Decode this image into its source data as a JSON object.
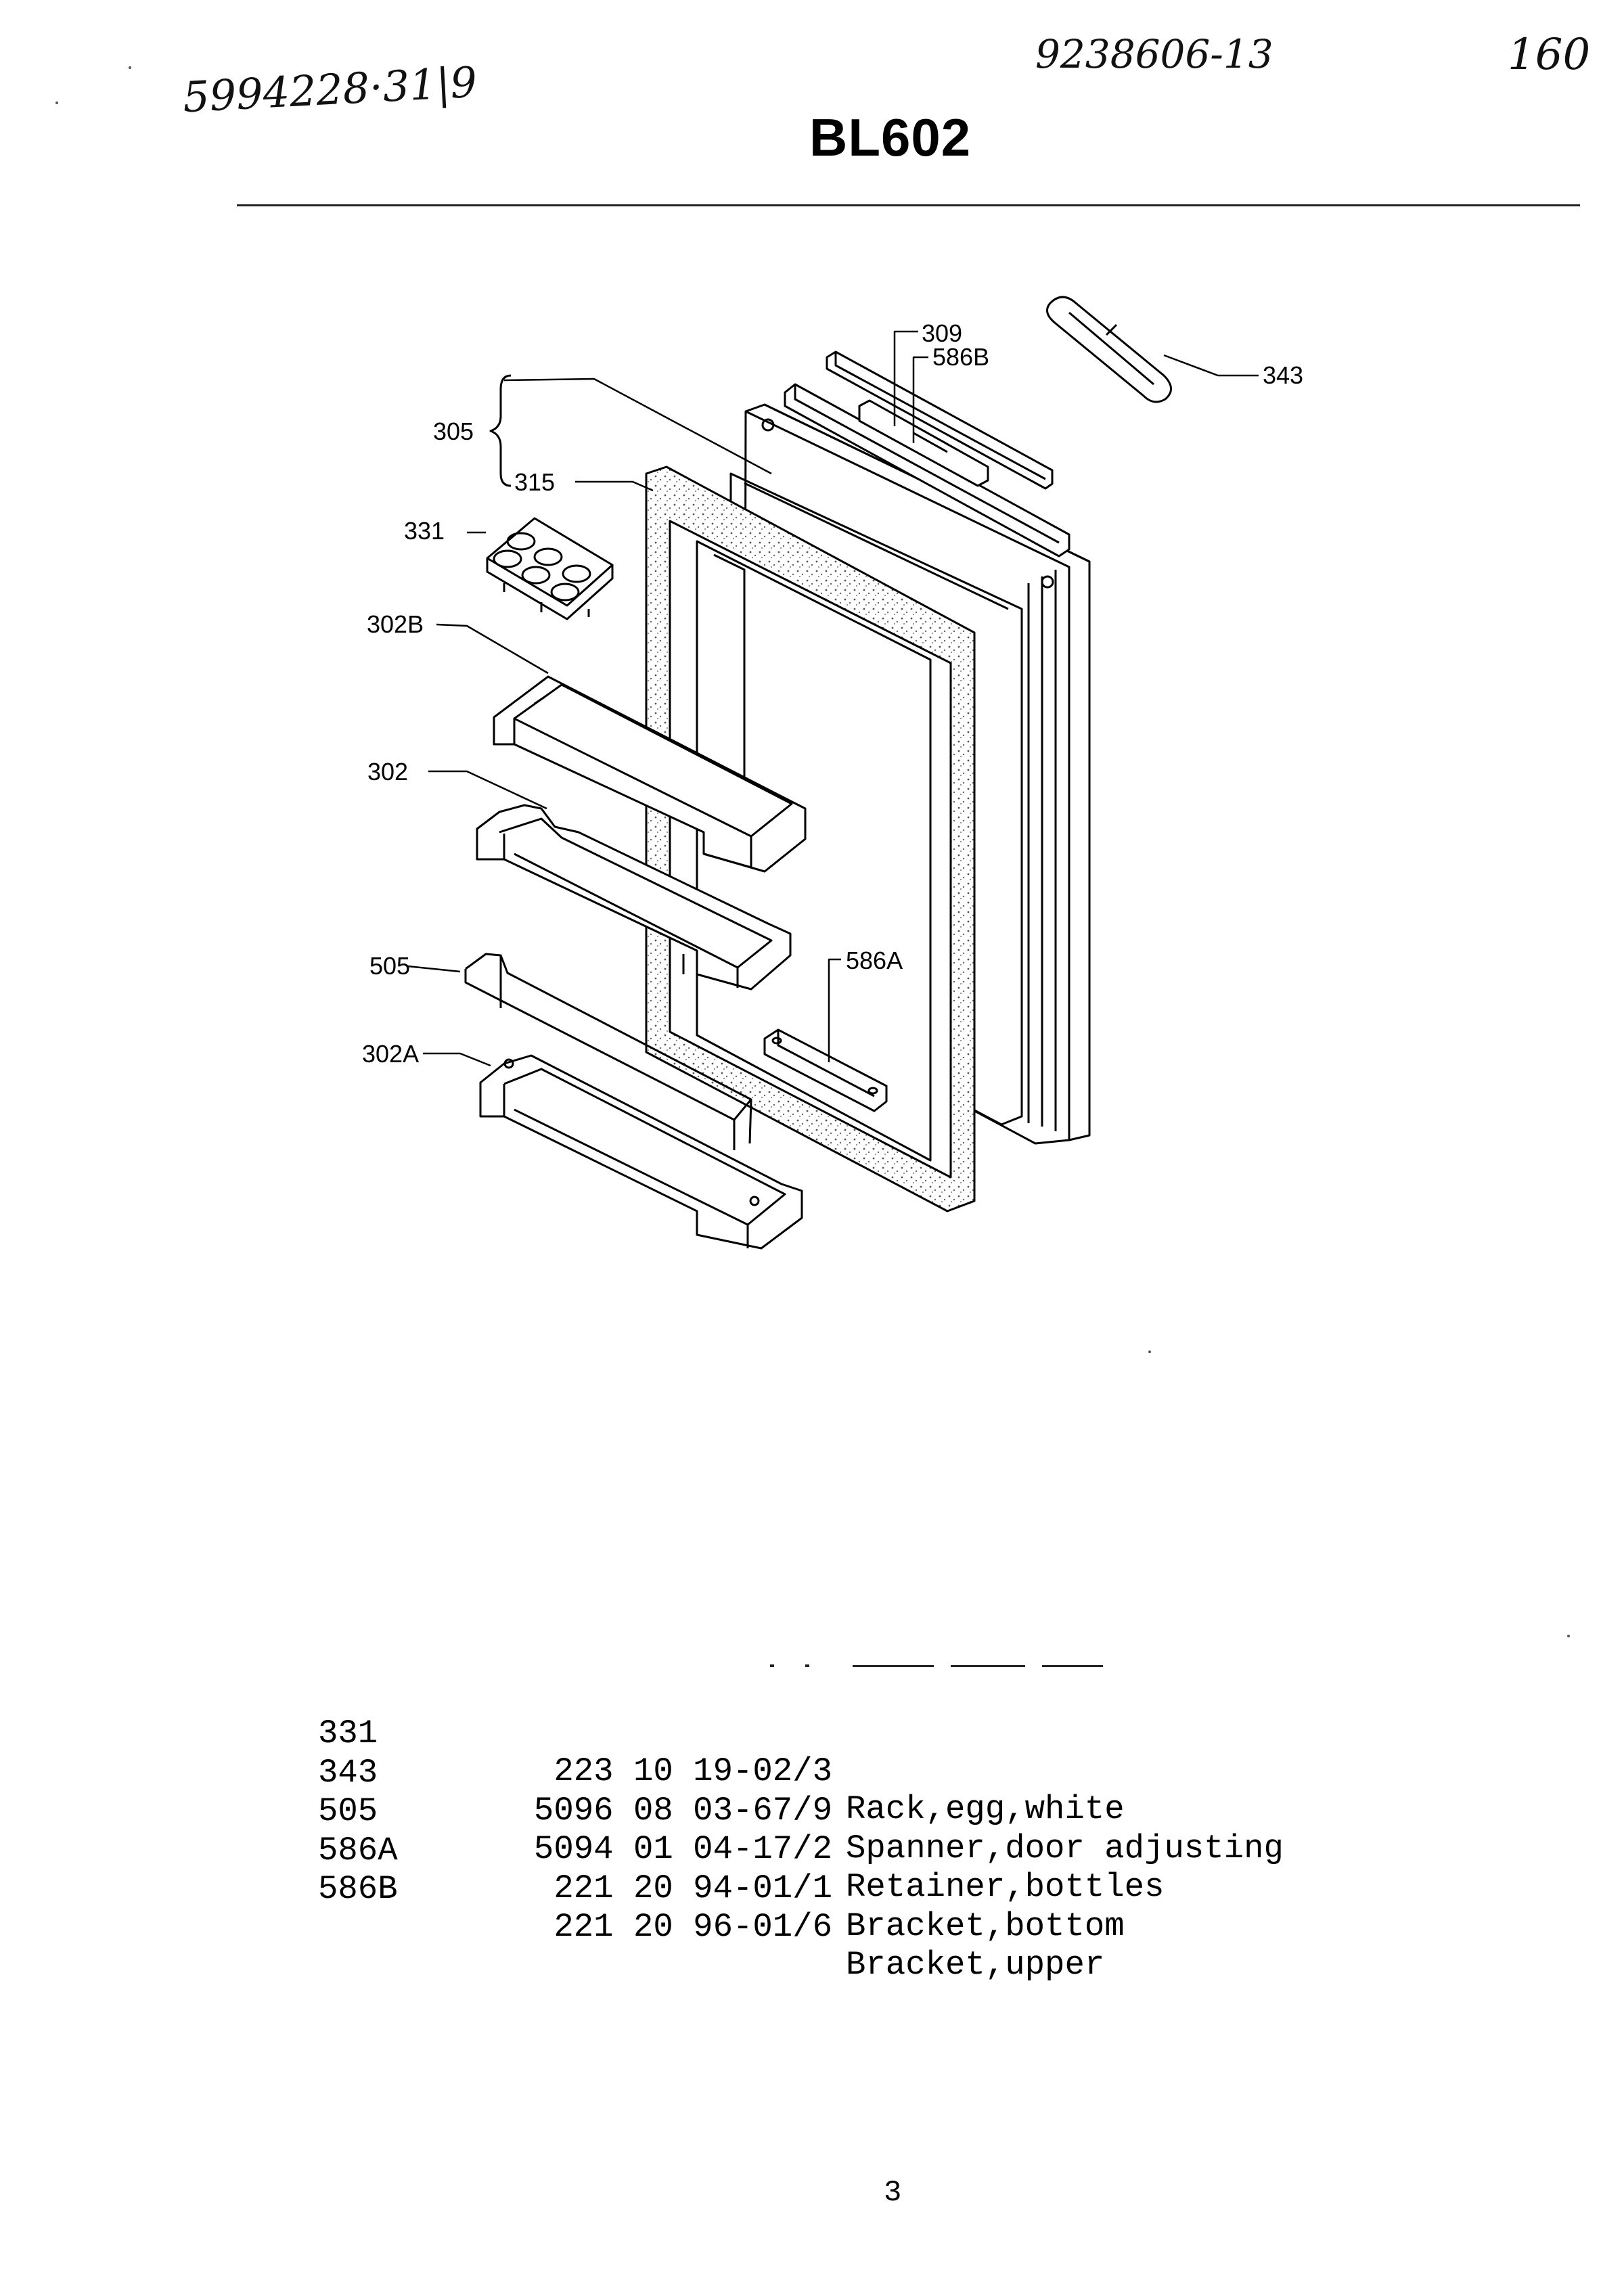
{
  "header": {
    "handwritten_left": "5994228·31|9",
    "handwritten_center": "9238606-13",
    "handwritten_right": "160",
    "model": "BL602"
  },
  "diagram": {
    "callouts": {
      "c305": "305",
      "c315": "315",
      "c331": "331",
      "c302b": "302B",
      "c302": "302",
      "c505": "505",
      "c302a": "302A",
      "c309": "309",
      "c586b": "586B",
      "c343": "343",
      "c586a": "586A"
    }
  },
  "parts_list": {
    "rows": [
      {
        "no": "331",
        "code": "223 10 19-02/3",
        "desc": "Rack,egg,white"
      },
      {
        "no": "343",
        "code": "5096 08 03-67/9",
        "desc": "Spanner,door adjusting"
      },
      {
        "no": "505",
        "code": "5094 01 04-17/2",
        "desc": "Retainer,bottles"
      },
      {
        "no": "586A",
        "code": "221 20 94-01/1",
        "desc": "Bracket,bottom"
      },
      {
        "no": "586B",
        "code": "221 20 96-01/6",
        "desc": "Bracket,upper"
      }
    ]
  },
  "footer": {
    "page_number": "3"
  }
}
